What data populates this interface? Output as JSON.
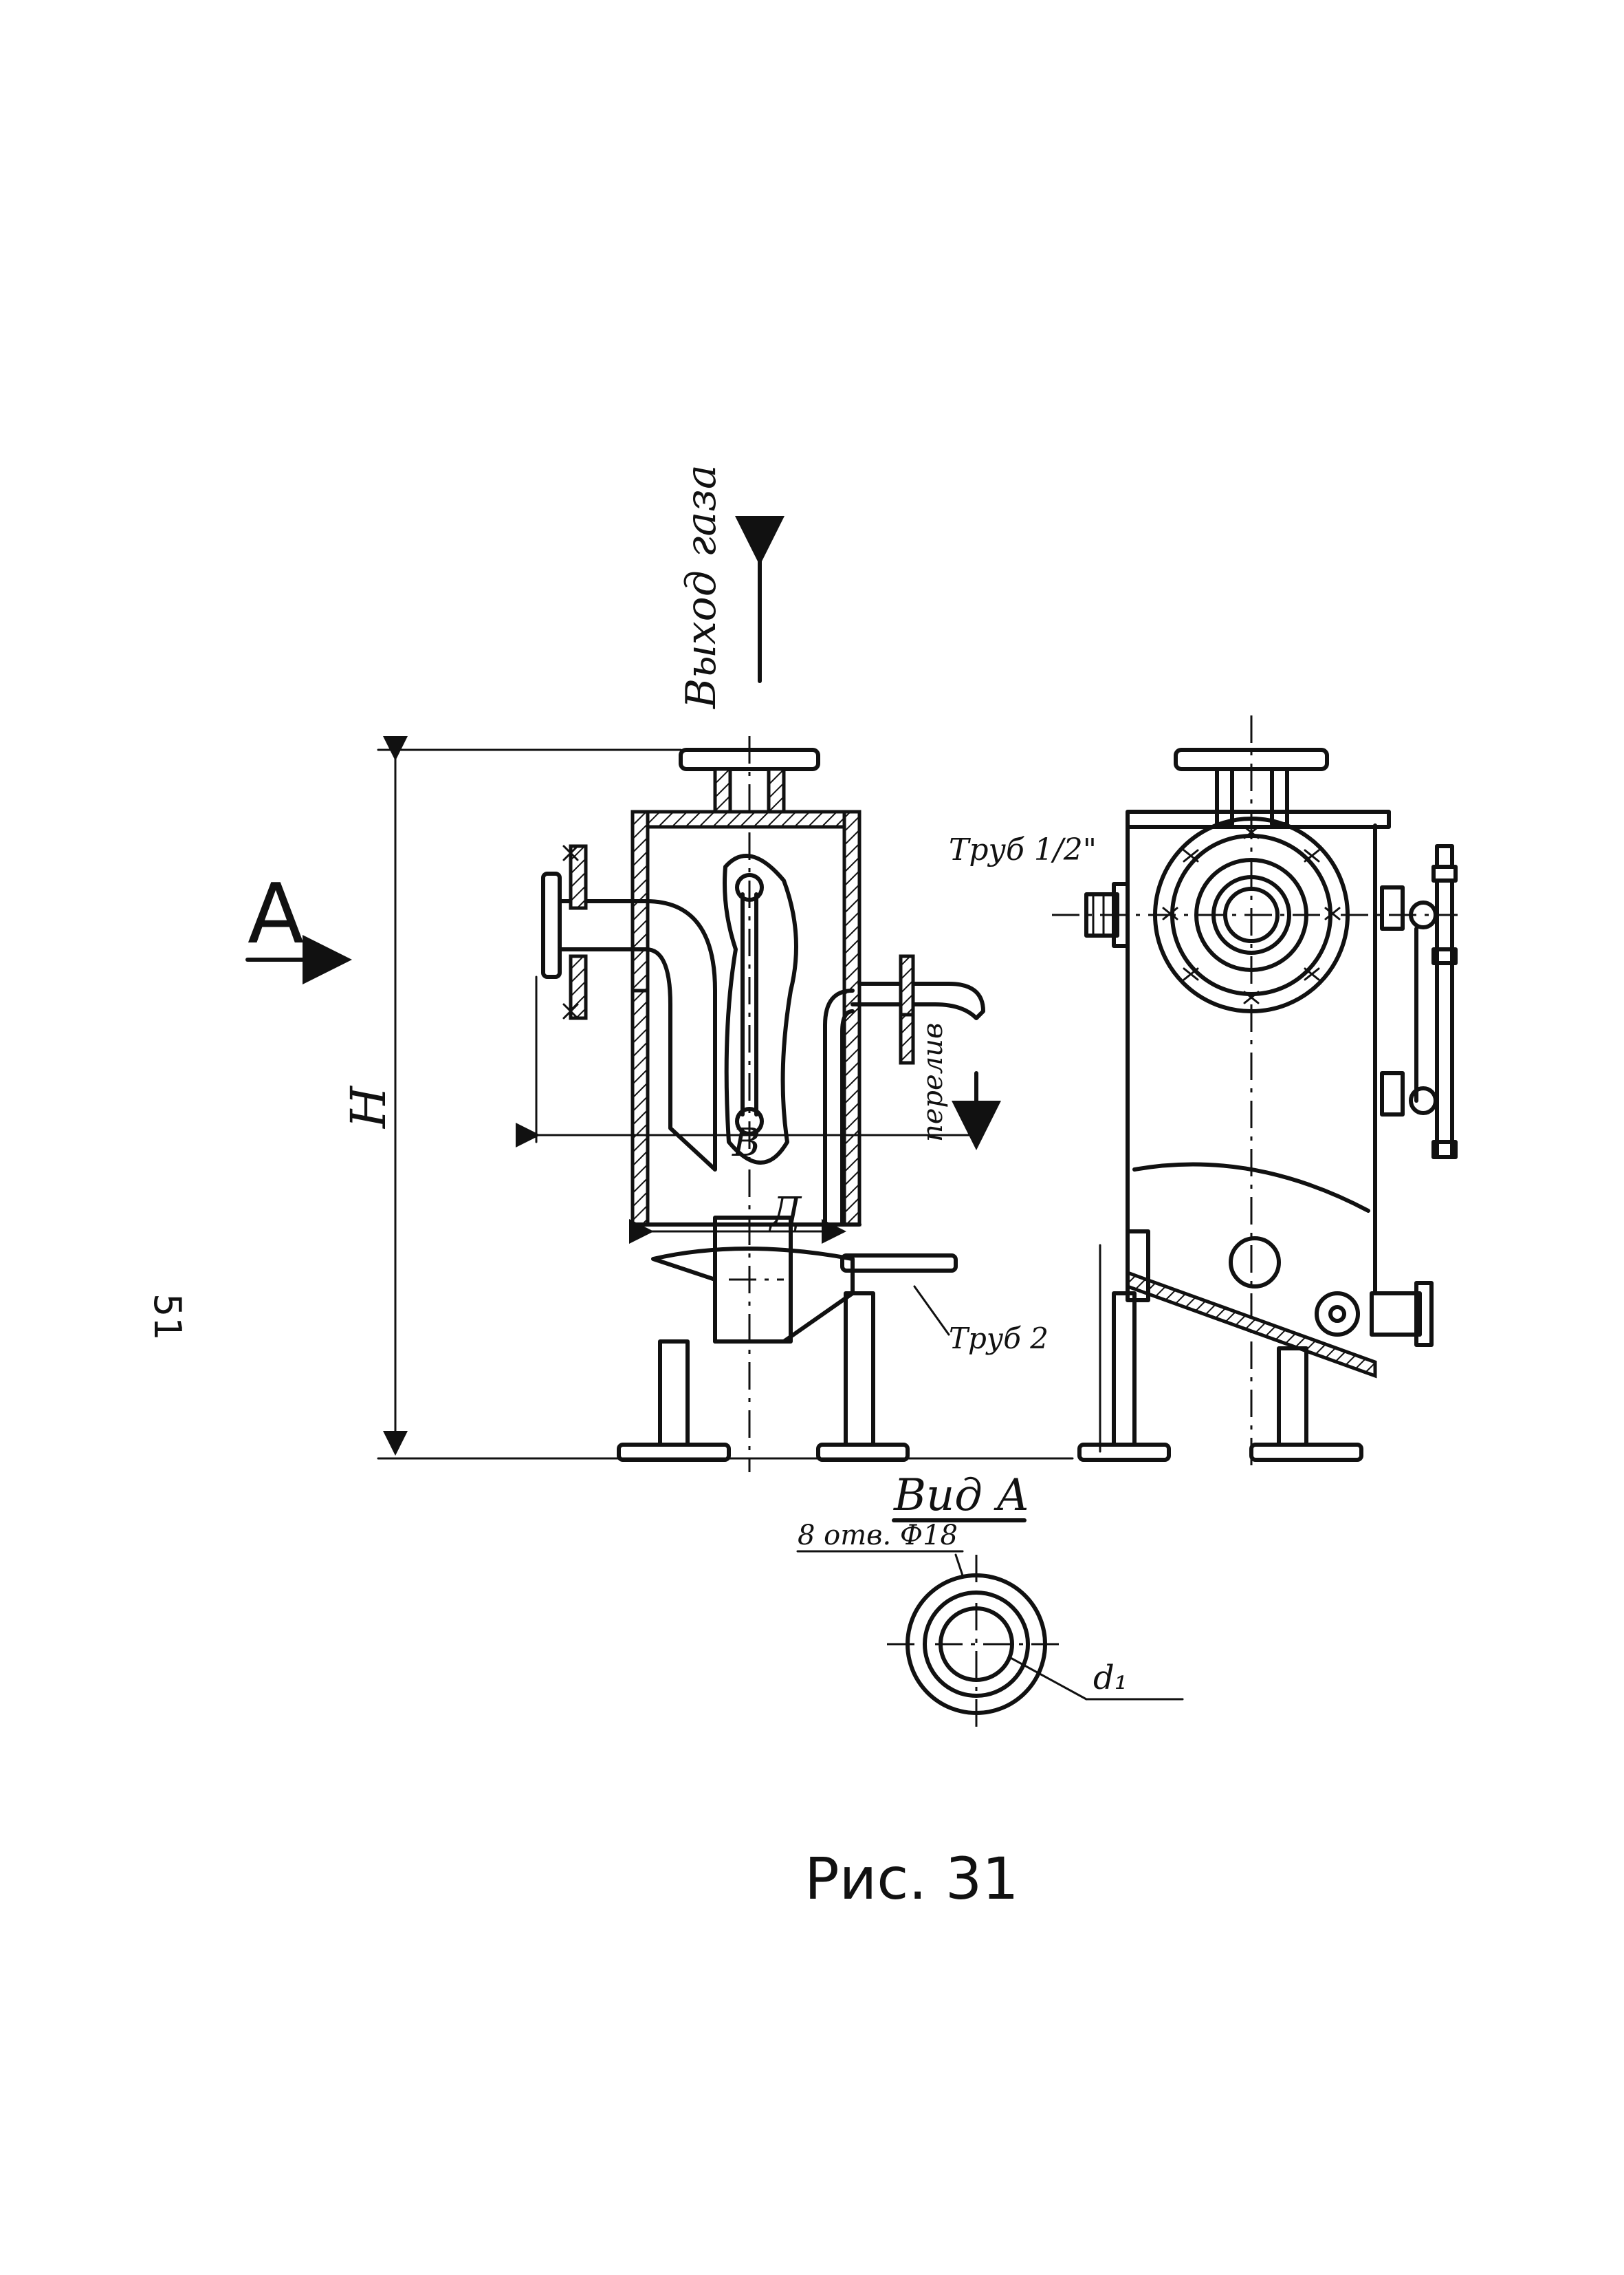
{
  "page": {
    "number": "51"
  },
  "labels": {
    "gas_outlet": "Выход газа",
    "view_marker": "A",
    "height": "H",
    "dim_b": "B",
    "dim_d": "Д",
    "overflow": "перелив",
    "pipe_half_inch": "Труб 1/2\"",
    "pipe_2": "Труб 2",
    "view_a_title": "Вид А",
    "holes": "8 отв. Ф18",
    "d1": "d₁",
    "caption": "Рис. 31"
  }
}
